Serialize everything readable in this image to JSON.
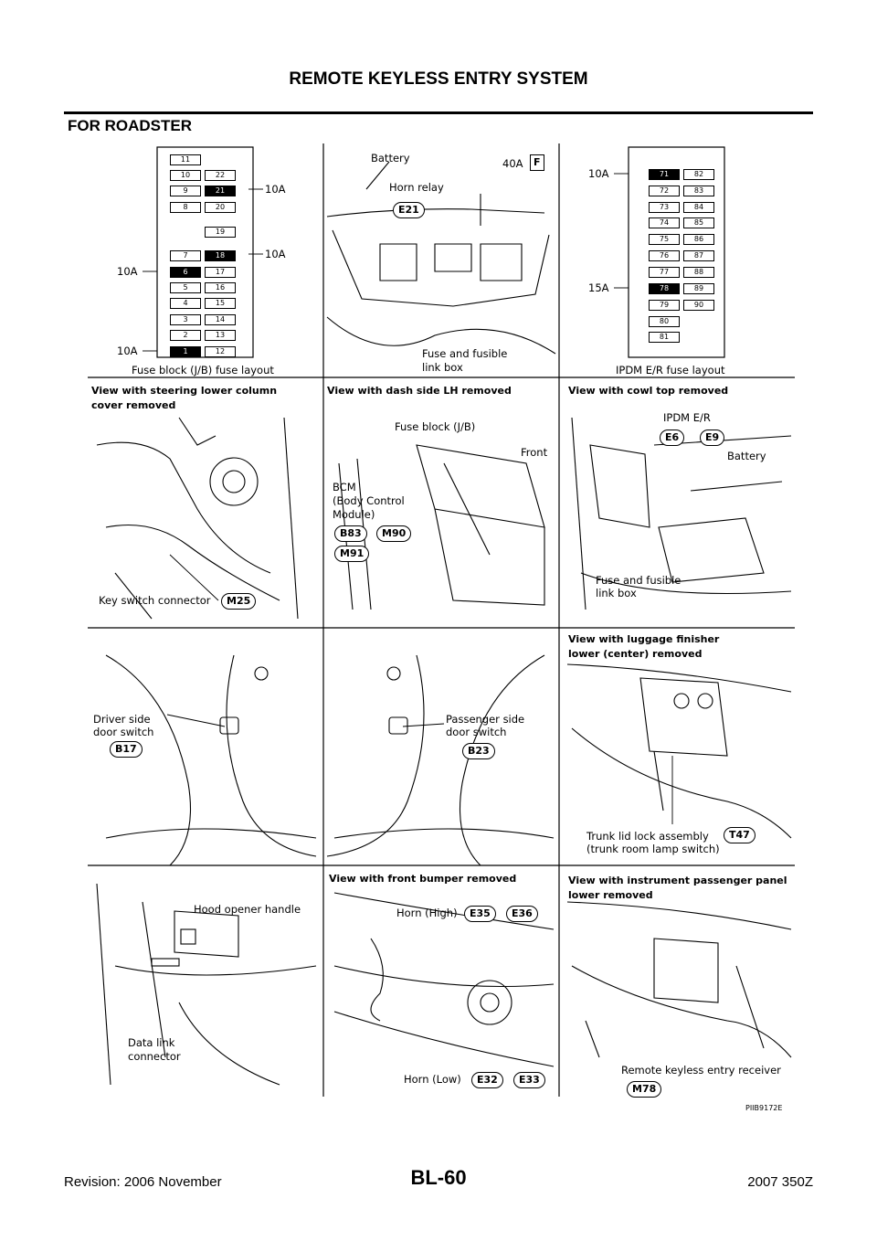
{
  "header": {
    "title": "REMOTE KEYLESS ENTRY SYSTEM",
    "section": "FOR ROADSTER"
  },
  "panels": {
    "jb": {
      "caption": "Fuse block (J/B) fuse layout",
      "left_fuses": [
        "11",
        "10",
        "9",
        "8",
        "7",
        "6",
        "5",
        "4",
        "3",
        "2",
        "1"
      ],
      "right_fuses": [
        "22",
        "21",
        "20",
        "19",
        "18",
        "17",
        "16",
        "15",
        "14",
        "13",
        "12"
      ],
      "callouts": [
        "10A",
        "10A",
        "10A",
        "10A"
      ]
    },
    "engine_bay": {
      "battery": "Battery",
      "horn_relay": "Horn relay",
      "amp": "40A",
      "fuse_flag": "F",
      "connector": "E21",
      "fusible_line1": "Fuse and fusible",
      "fusible_line2": "link box"
    },
    "ipdm": {
      "caption": "IPDM E/R fuse layout",
      "left_fuses": [
        "71",
        "72",
        "73",
        "74",
        "75",
        "76",
        "77",
        "78",
        "79",
        "80",
        "81"
      ],
      "right_fuses": [
        "82",
        "83",
        "84",
        "85",
        "86",
        "87",
        "88",
        "89",
        "90"
      ],
      "callouts": [
        "10A",
        "15A"
      ]
    },
    "steering": {
      "title_line1": "View with steering lower column",
      "title_line2": "cover removed",
      "label": "Key switch connector",
      "connector": "M25"
    },
    "dash": {
      "title": "View with dash side LH removed",
      "fuse_block": "Fuse block (J/B)",
      "front": "Front",
      "bcm_line1": "BCM",
      "bcm_line2": "(Body Control",
      "bcm_line3": "Module)",
      "c1": "B83",
      "c2": "M90",
      "c3": "M91"
    },
    "cowl": {
      "title": "View with cowl top removed",
      "ipdm": "IPDM E/R",
      "c1": "E6",
      "c2": "E9",
      "battery": "Battery",
      "fusible_line1": "Fuse and fusible",
      "fusible_line2": "link box"
    },
    "driver_door": {
      "line1": "Driver side",
      "line2": "door switch",
      "connector": "B17"
    },
    "pass_door": {
      "line1": "Passenger side",
      "line2": "door switch",
      "connector": "B23"
    },
    "luggage": {
      "title_line1": "View with luggage finisher",
      "title_line2": "lower (center) removed",
      "label_line1": "Trunk lid lock assembly",
      "label_line2": "(trunk room lamp switch)",
      "connector": "T47"
    },
    "hood": {
      "handle": "Hood opener handle",
      "dlc_line1": "Data link",
      "dlc_line2": "connector"
    },
    "bumper": {
      "title": "View with front bumper removed",
      "horn_high": "Horn (High)",
      "c1": "E35",
      "c2": "E36",
      "horn_low": "Horn (Low)",
      "c3": "E32",
      "c4": "E33"
    },
    "instrument": {
      "title_line1": "View with instrument passenger panel",
      "title_line2": "lower removed",
      "label": "Remote keyless entry receiver",
      "connector": "M78",
      "ref": "PIIB9172E"
    }
  },
  "footer": {
    "revision": "Revision: 2006 November",
    "page": "BL-60",
    "model": "2007 350Z"
  }
}
